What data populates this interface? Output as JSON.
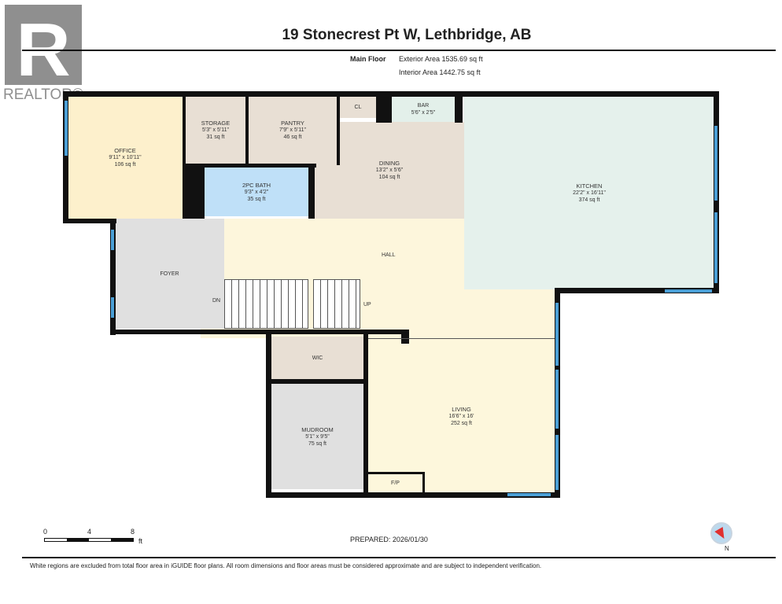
{
  "logo": {
    "text": "REALTOR®"
  },
  "header": {
    "title": "19 Stonecrest Pt W, Lethbridge, AB",
    "floor": "Main Floor",
    "exterior_area": "Exterior Area 1535.69 sq ft",
    "interior_area": "Interior Area 1442.75 sq ft"
  },
  "rooms": {
    "office": {
      "name": "OFFICE",
      "dims": "9'11\" x 10'11\"",
      "area": "106 sq ft"
    },
    "storage": {
      "name": "STORAGE",
      "dims": "5'3\" x 5'11\"",
      "area": "31 sq ft"
    },
    "pantry": {
      "name": "PANTRY",
      "dims": "7'9\" x 5'11\"",
      "area": "46 sq ft"
    },
    "cl": {
      "name": "CL"
    },
    "bar": {
      "name": "BAR",
      "dims": "5'6\" x 2'5\""
    },
    "bath": {
      "name": "2PC BATH",
      "dims": "9'3\" x 4'2\"",
      "area": "35 sq ft"
    },
    "dining": {
      "name": "DINING",
      "dims": "13'2\" x 5'6\"",
      "area": "104 sq ft"
    },
    "kitchen": {
      "name": "KITCHEN",
      "dims": "22'2\" x 16'11\"",
      "area": "374 sq ft"
    },
    "hall": {
      "name": "HALL"
    },
    "foyer": {
      "name": "FOYER"
    },
    "wic": {
      "name": "WIC"
    },
    "mudroom": {
      "name": "MUDROOM",
      "dims": "5'1\" x 9'5\"",
      "area": "75 sq ft"
    },
    "living": {
      "name": "LIVING",
      "dims": "16'6\" x 16'",
      "area": "252 sq ft"
    },
    "fp": {
      "name": "F/P"
    }
  },
  "stairs": {
    "down": "DN",
    "up": "UP"
  },
  "colors": {
    "wall": "#111111",
    "window": "#4a9fd6",
    "office": "#fdf0cc",
    "utility": "#e8dfd4",
    "bath": "#bfe0f8",
    "kitchen": "#e5f1ec",
    "hall": "#fdf6dc",
    "foyer": "#e0e0e0"
  },
  "scale": {
    "ticks": [
      "0",
      "4",
      "8"
    ],
    "unit": "ft"
  },
  "footer": {
    "prepared": "PREPARED: 2026/01/30",
    "compass_label": "N",
    "disclaimer": "White regions are excluded from total floor area in iGUIDE floor plans. All room dimensions and floor areas must be considered approximate and are subject to independent verification."
  }
}
